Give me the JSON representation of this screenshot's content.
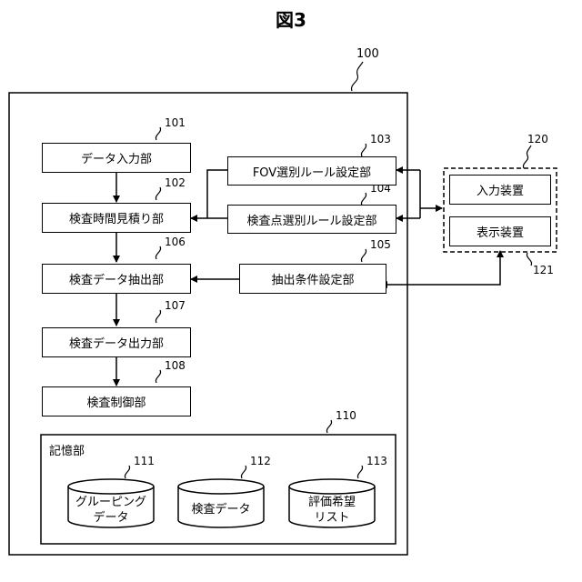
{
  "figure_title": "図3",
  "refs": {
    "system": "100",
    "data_input": "101",
    "time_estimate": "102",
    "fov_rule": "103",
    "point_rule": "104",
    "extract_cond": "105",
    "extract": "106",
    "output": "107",
    "control": "108",
    "storage": "110",
    "grouping": "111",
    "inspection_data": "112",
    "wish_list": "113",
    "input_device": "120",
    "display_device": "121"
  },
  "blocks": {
    "data_input": "データ入力部",
    "time_estimate": "検査時間見積り部",
    "extract": "検査データ抽出部",
    "output": "検査データ出力部",
    "control": "検査制御部",
    "fov_rule": "FOV選別ルール設定部",
    "point_rule": "検査点選別ルール設定部",
    "extract_cond": "抽出条件設定部",
    "input_device": "入力装置",
    "display_device": "表示装置"
  },
  "storage": {
    "label": "記憶部",
    "grouping_line1": "グルーピング",
    "grouping_line2": "データ",
    "inspection_data": "検査データ",
    "wish_line1": "評価希望",
    "wish_line2": "リスト"
  }
}
